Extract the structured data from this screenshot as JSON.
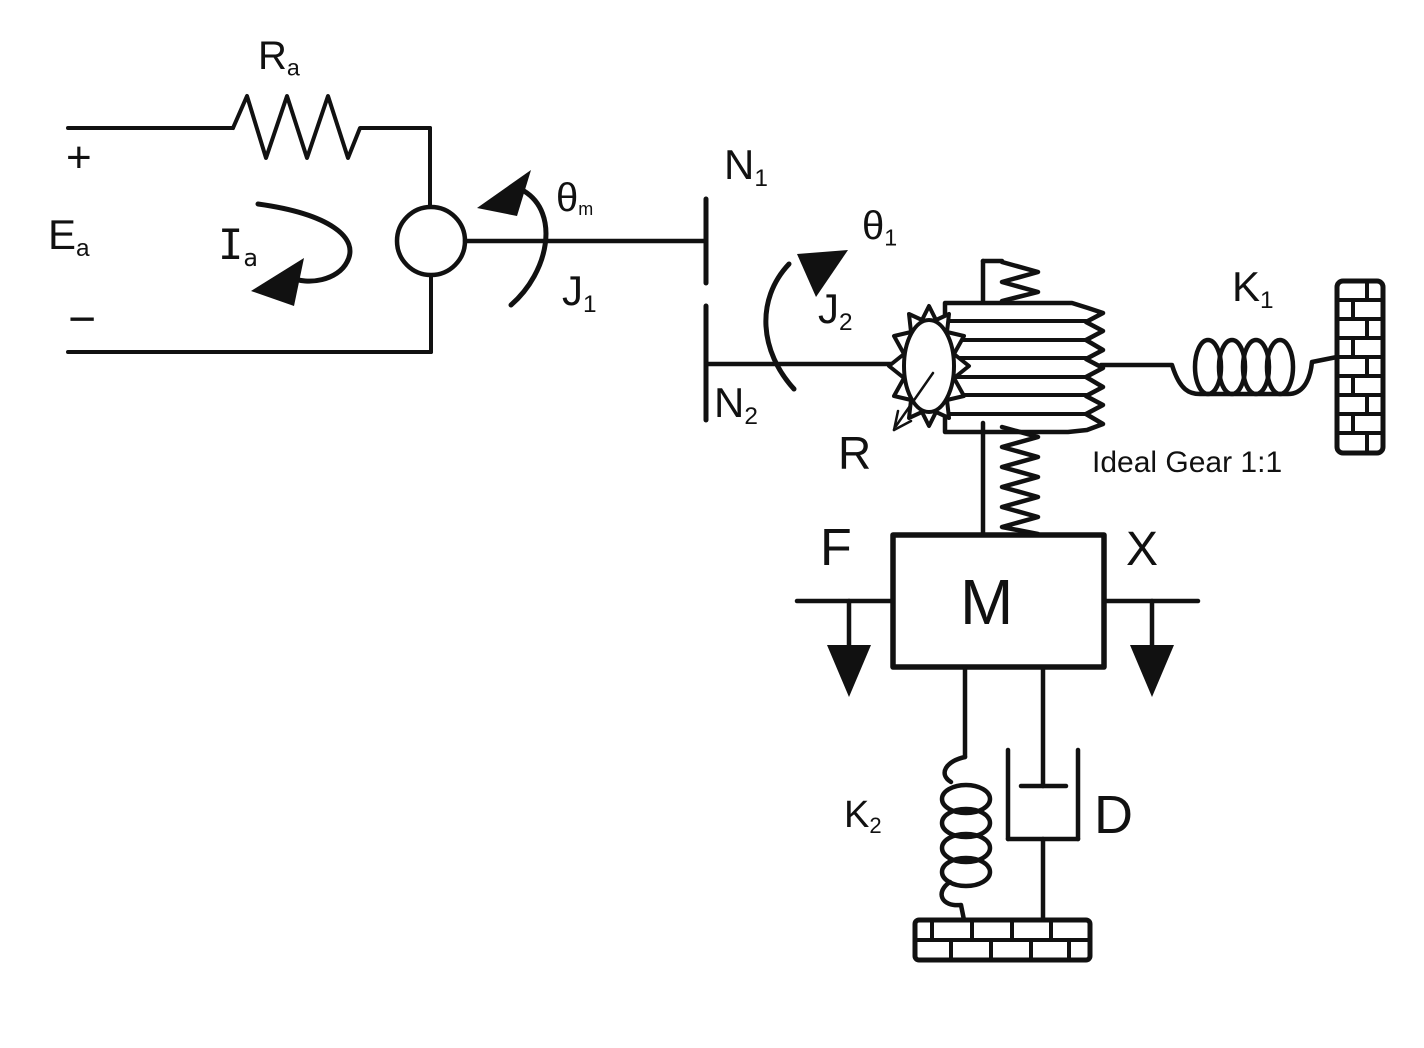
{
  "diagram_title": "Armature-controlled DC motor with gear train, rack-and-pinion and mass-spring-damper load",
  "colors": {
    "ink": "#111111",
    "background": "#ffffff"
  },
  "labels": {
    "resistor": {
      "main": "R",
      "sub": "a"
    },
    "plus": "+",
    "source": {
      "main": "E",
      "sub": "a"
    },
    "minus": "−",
    "current": {
      "main": "I",
      "sub": "a"
    },
    "motor_angle": {
      "main": "θ",
      "sub": "m"
    },
    "inertia1": {
      "main": "J",
      "sub": "1"
    },
    "gear_n1": {
      "main": "N",
      "sub": "1"
    },
    "shaft_angle": {
      "main": "θ",
      "sub": "1"
    },
    "inertia2": {
      "main": "J",
      "sub": "2"
    },
    "gear_n2": {
      "main": "N",
      "sub": "2"
    },
    "pinion_radius": "R",
    "spring1": {
      "main": "K",
      "sub": "1"
    },
    "gear_note": "Ideal Gear 1:1",
    "force": "F",
    "mass": "M",
    "displacement": "X",
    "spring2": {
      "main": "K",
      "sub": "2"
    },
    "damper": "D"
  }
}
